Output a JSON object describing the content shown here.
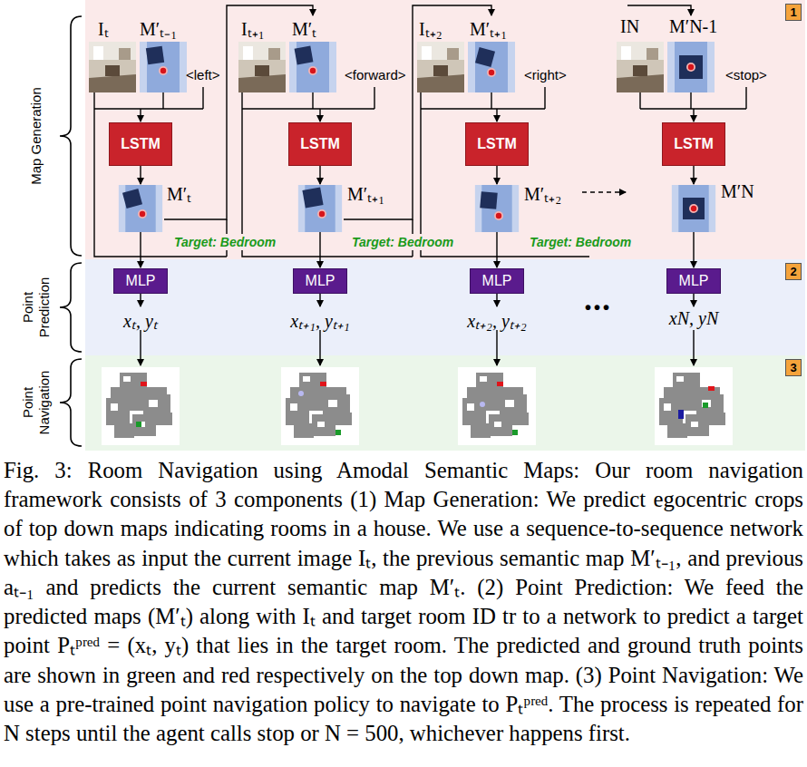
{
  "diagram": {
    "caption": "Fig. 3: Room Navigation using Amodal Semantic Maps: Our room navigation framework consists of 3 components (1) Map Generation: We predict egocentric crops of top down maps indicating rooms in a house. We use a sequence-to-sequence network which takes as input the current image Iₜ, the previous semantic map M′ₜ₋₁, and previous aₜ₋₁ and predicts the current semantic map M′ₜ. (2) Point Prediction: We feed the predicted maps (M′ₜ) along with Iₜ and target room ID tr to a network to predict a target point Pₜᵖʳᵉᵈ = (xₜ, yₜ) that lies in the target room. The predicted and ground truth points are shown in green and red respectively on the top down map. (3) Point Navigation: We use a pre-trained point navigation policy to navigate to Pₜᵖʳᵉᵈ. The process is repeated for N steps until the agent calls stop or N = 500, whichever happens first.",
    "nodes": [
      {
        "text": [
          "Map Generation"
        ]
      },
      {
        "text": [
          "LSTM"
        ],
        "in": 0
      },
      {
        "text": [
          "LSTM"
        ],
        "in": 0
      },
      {
        "text": [
          "LSTM"
        ],
        "in": 0
      },
      {
        "text": [
          "LSTM"
        ],
        "in": 0
      },
      {
        "text": [
          "1"
        ],
        "in": 0
      },
      {
        "text": [
          "Point Prediction"
        ]
      },
      {
        "text": [
          "MLP"
        ],
        "in": 6
      },
      {
        "text": [
          "MLP"
        ],
        "in": 6
      },
      {
        "text": [
          "MLP"
        ],
        "in": 6
      },
      {
        "text": [
          "MLP"
        ],
        "in": 6
      },
      {
        "text": [
          "2"
        ],
        "in": 6
      },
      {
        "text": [
          "Point Navigation"
        ]
      },
      {
        "text": [
          "3"
        ],
        "in": 12
      }
    ],
    "labels": [
      "Iₜ",
      "M′ₜ₋₁",
      "<left>",
      "Iₜ₊₁",
      "M′ₜ",
      "<forward>",
      "Iₜ₊₂",
      "M′ₜ₊₁",
      "<right>",
      "IN",
      "M′N-1",
      "<stop>",
      "M′ₜ",
      "M′ₜ₊₁",
      "M′ₜ₊₂",
      "M′N",
      "Target: Bedroom",
      "Target: Bedroom",
      "Target: Bedroom",
      "xₜ, yₜ",
      "xₜ₊₁, yₜ₊₁",
      "xₜ₊₂, yₜ₊₂",
      "•••",
      "xN, yN"
    ]
  }
}
